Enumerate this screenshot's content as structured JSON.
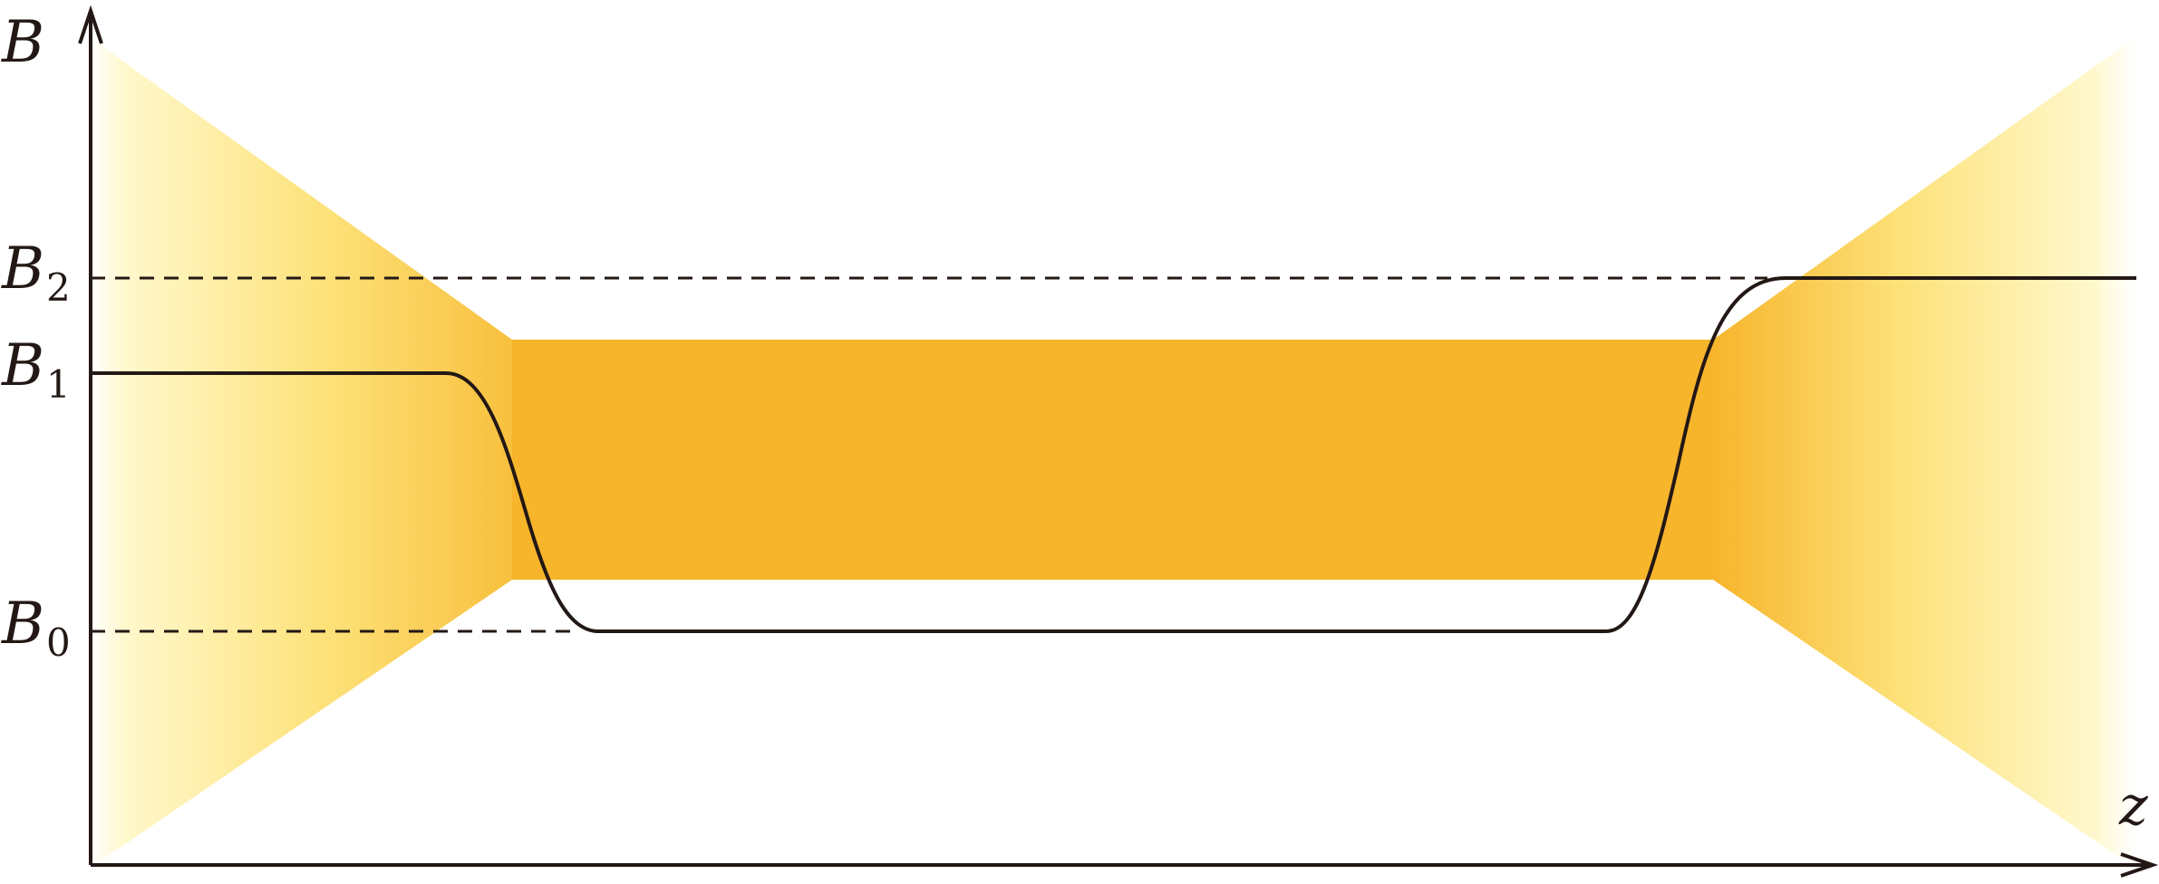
{
  "diagram": {
    "y_axis_label": "B",
    "x_axis_label": "z",
    "levels": [
      {
        "symbol": "B",
        "subscript": "2"
      },
      {
        "symbol": "B",
        "subscript": "1"
      },
      {
        "symbol": "B",
        "subscript": "0"
      }
    ],
    "colors": {
      "band": "#f7b52c",
      "band_light": "#fff8cc",
      "band_mid": "#fde27a",
      "ink": "#231815"
    }
  }
}
